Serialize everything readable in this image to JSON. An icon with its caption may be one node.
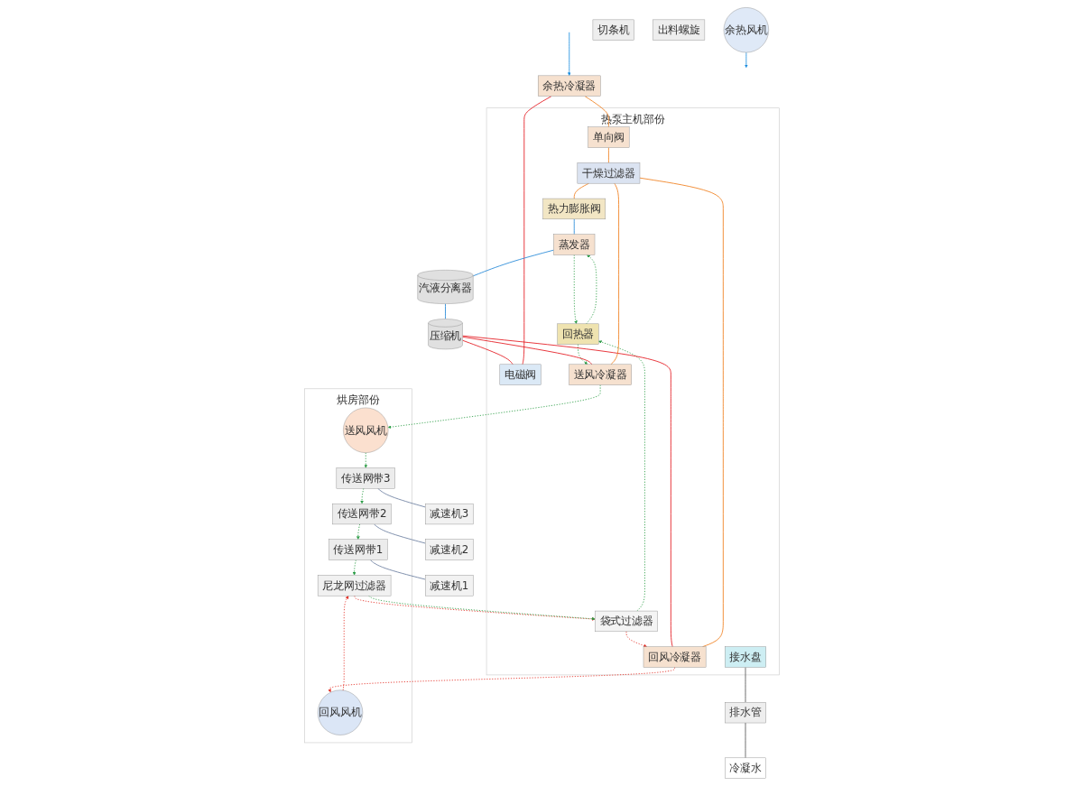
{
  "diagram": {
    "nodes": [
      {
        "text": [
          "余热风机"
        ]
      },
      {
        "text": [
          "余热冷凝器"
        ]
      },
      {
        "text": [
          "切条机"
        ]
      },
      {
        "text": [
          "热泵主机部份"
        ]
      },
      {
        "text": [
          "袋式过滤器"
        ],
        "in": 3
      },
      {
        "text": [
          "热力膨胀阀"
        ],
        "in": 3
      },
      {
        "text": [
          "电磁阀"
        ],
        "in": 3
      },
      {
        "text": [
          "单向阀"
        ],
        "in": 3
      },
      {
        "text": [
          "干燥过滤器"
        ],
        "in": 3
      },
      {
        "text": [
          "回风冷凝器"
        ],
        "in": 3
      },
      {
        "text": [
          "蒸发器"
        ],
        "in": 3
      },
      {
        "text": [
          "回热器"
        ],
        "in": 3
      },
      {
        "text": [
          "送风冷凝器"
        ],
        "in": 3
      },
      {
        "text": [
          "接水盘"
        ],
        "in": 3
      },
      {
        "text": [
          "烘房部份"
        ]
      },
      {
        "text": [
          "尼龙网过滤器"
        ],
        "in": 14
      },
      {
        "text": [
          "传送网带1"
        ],
        "in": 14
      },
      {
        "text": [
          "回风风机"
        ],
        "in": 14
      },
      {
        "text": [
          "传送网带2"
        ],
        "in": 14
      },
      {
        "text": [
          "传送网带3"
        ],
        "in": 14
      },
      {
        "text": [
          "送风风机"
        ],
        "in": 14
      },
      {
        "text": [
          "减速机1"
        ]
      },
      {
        "text": [
          "减速机2"
        ]
      },
      {
        "text": [
          "减速机3"
        ]
      },
      {
        "text": [
          "排水管"
        ]
      },
      {
        "text": [
          "冷凝水"
        ]
      },
      {
        "text": [
          "汽液分离器"
        ]
      },
      {
        "text": [
          "压缩机"
        ]
      },
      {
        "text": [
          "出料螺旋"
        ]
      }
    ],
    "edges": [
      {
        "from": null,
        "to": 1,
        "arrow": "to",
        "color": "#1e8fe0"
      },
      {
        "from": 0,
        "to": null,
        "arrow": "to",
        "color": "#1e8fe0"
      },
      {
        "from": 15,
        "to": 4,
        "arrow": "to",
        "style": "dashed",
        "color": "#e5332a"
      },
      {
        "from": 4,
        "to": 9,
        "arrow": "to",
        "style": "dashed",
        "color": "#e5332a"
      },
      {
        "from": 9,
        "to": 17,
        "arrow": "to",
        "style": "dashed",
        "color": "#e5332a"
      },
      {
        "from": 17,
        "to": 15,
        "arrow": "to",
        "style": "dashed",
        "color": "#e5332a"
      },
      {
        "from": 16,
        "to": 15,
        "arrow": "to",
        "style": "dashed",
        "color": "#2e9e48"
      },
      {
        "from": 15,
        "to": 4,
        "arrow": "to",
        "style": "dashed",
        "color": "#2e9e48"
      },
      {
        "from": 4,
        "to": 11,
        "arrow": "to",
        "style": "dashed",
        "color": "#2e9e48"
      },
      {
        "from": 11,
        "to": 10,
        "arrow": "to",
        "style": "dashed",
        "color": "#2e9e48"
      },
      {
        "from": 10,
        "to": 11,
        "arrow": "to",
        "style": "dashed",
        "color": "#2e9e48"
      },
      {
        "from": 11,
        "to": 12,
        "arrow": "to",
        "style": "dashed",
        "color": "#2e9e48"
      },
      {
        "from": 12,
        "to": 20,
        "arrow": "to",
        "style": "dashed",
        "color": "#2e9e48"
      },
      {
        "from": 20,
        "to": 19,
        "arrow": "to",
        "style": "dashed",
        "color": "#2e9e48"
      },
      {
        "from": 19,
        "to": 18,
        "arrow": "to",
        "style": "dashed",
        "color": "#2e9e48"
      },
      {
        "from": 18,
        "to": 16,
        "arrow": "to",
        "style": "dashed",
        "color": "#2e9e48"
      },
      {
        "from": 27,
        "to": 6,
        "arrow": "none",
        "color": "#e3141c"
      },
      {
        "from": 6,
        "to": 1,
        "arrow": "none",
        "color": "#e3141c"
      },
      {
        "from": 27,
        "to": 9,
        "arrow": "none",
        "color": "#e3141c"
      },
      {
        "from": 27,
        "to": 12,
        "arrow": "none",
        "color": "#e3141c"
      },
      {
        "from": 1,
        "to": 7,
        "arrow": "none",
        "color": "#f07d1a"
      },
      {
        "from": 7,
        "to": 8,
        "arrow": "none",
        "color": "#f07d1a"
      },
      {
        "from": 9,
        "to": 8,
        "arrow": "none",
        "color": "#f07d1a"
      },
      {
        "from": 12,
        "to": 8,
        "arrow": "none",
        "color": "#f07d1a"
      },
      {
        "from": 8,
        "to": 5,
        "arrow": "none",
        "color": "#f07d1a"
      },
      {
        "from": 5,
        "to": 10,
        "arrow": "none",
        "color": "#1f86d6"
      },
      {
        "from": 10,
        "to": 26,
        "arrow": "none",
        "color": "#1f86d6"
      },
      {
        "from": 26,
        "to": 27,
        "arrow": "none",
        "color": "#1f86d6"
      },
      {
        "from": 13,
        "to": 24,
        "arrow": "none",
        "color": "#555555"
      },
      {
        "from": 24,
        "to": 25,
        "arrow": "none",
        "color": "#555555"
      },
      {
        "from": 16,
        "to": 21,
        "arrow": "none",
        "color": "#6a7d9e"
      },
      {
        "from": 18,
        "to": 22,
        "arrow": "none",
        "color": "#6a7d9e"
      },
      {
        "from": 19,
        "to": 23,
        "arrow": "none",
        "color": "#6a7d9e"
      }
    ]
  }
}
